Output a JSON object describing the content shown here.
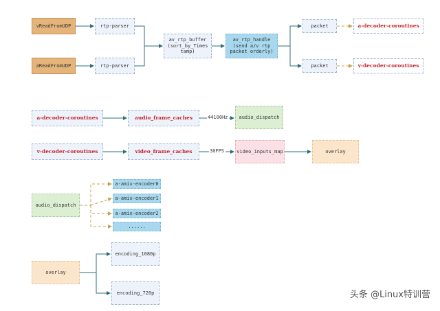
{
  "nodes": {
    "vread": "vReadFromUDP",
    "aread": "aReadFromUDP",
    "rtp_parser_1": "rtp-parser",
    "rtp_parser_2": "rtp-parser",
    "av_rtp_buffer": "av_rtp_buffer\n(sort_by_Times\ntamp)",
    "av_rtp_handle": "av_rtp_handle\n(send a/v rtp\npacket orderly)",
    "packet_1": "packet",
    "packet_2": "packet",
    "a_decoder_top": "a-decoder-coroutines",
    "v_decoder_top": "v-decoder-coroutines",
    "a_decoder": "a-decoder-coroutines",
    "audio_frame_caches": "audio_frame_caches",
    "audio_dispatch_1": "audio_dispatch",
    "v_decoder": "v-decoder-coroutines",
    "video_frame_caches": "video_frame_caches",
    "video_inputs_map": "video_inputs_map",
    "overlay_1": "overlay",
    "audio_dispatch_2": "audio_dispatch",
    "amix_0": "a-amix-encoder0",
    "amix_1": "a-amix-encoder1",
    "amix_2": "a-amix-encoder2",
    "amix_3": "......",
    "overlay_2": "overlay",
    "encoding_1080p": "encoding_1080p",
    "encoding_720p": "encoding_720p"
  },
  "edge_labels": {
    "audio_rate": "44100Hz",
    "video_fps": "30FPS"
  },
  "colors": {
    "edge": "#2c6e7a",
    "dashed_edge": "#c8a24a",
    "decoder_text": "#c0262d"
  },
  "watermark": "头条 @Linux特训营"
}
